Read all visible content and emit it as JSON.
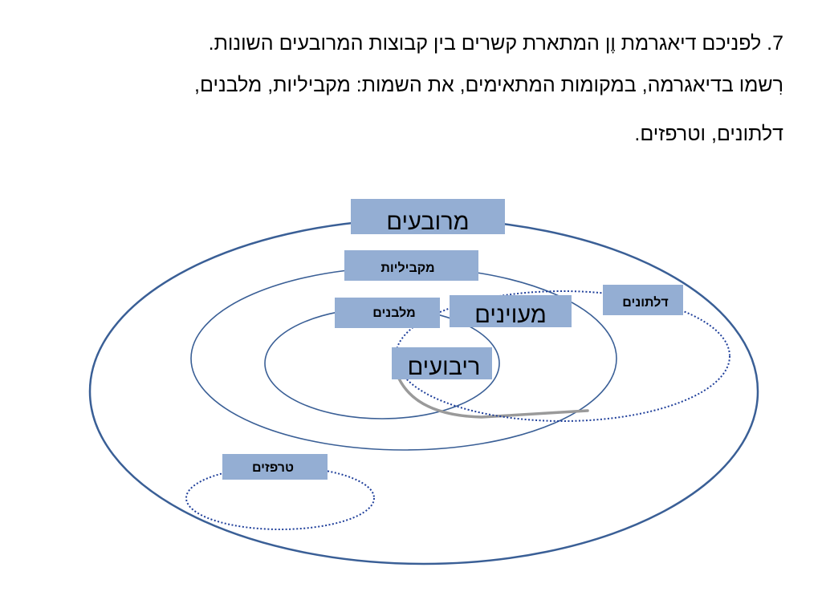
{
  "question": {
    "line1": "7. לפניכם דיאגרמת וֶן המתארת קשרים בין קבוצות המרובעים השונות.",
    "line2": "רִשמו בדיאגרמה, במקומות המתאימים, את השמות: מקביליות, מלבנים,",
    "line3": "דלתונים, וטרפזים."
  },
  "diagram": {
    "labels": {
      "quadrilaterals": "מרובעים",
      "parallelograms": "מקביליות",
      "rectangles": "מלבנים",
      "rhombuses": "מעוינים",
      "kites": "דלתונים",
      "squares": "ריבועים",
      "trapezoids": "טרפזים"
    },
    "colors": {
      "solid_ellipse": "#3a5f96",
      "dotted_ellipse": "#1f3f9a",
      "label_box": "#94aed3",
      "shadow": "#9a9a9a"
    }
  }
}
